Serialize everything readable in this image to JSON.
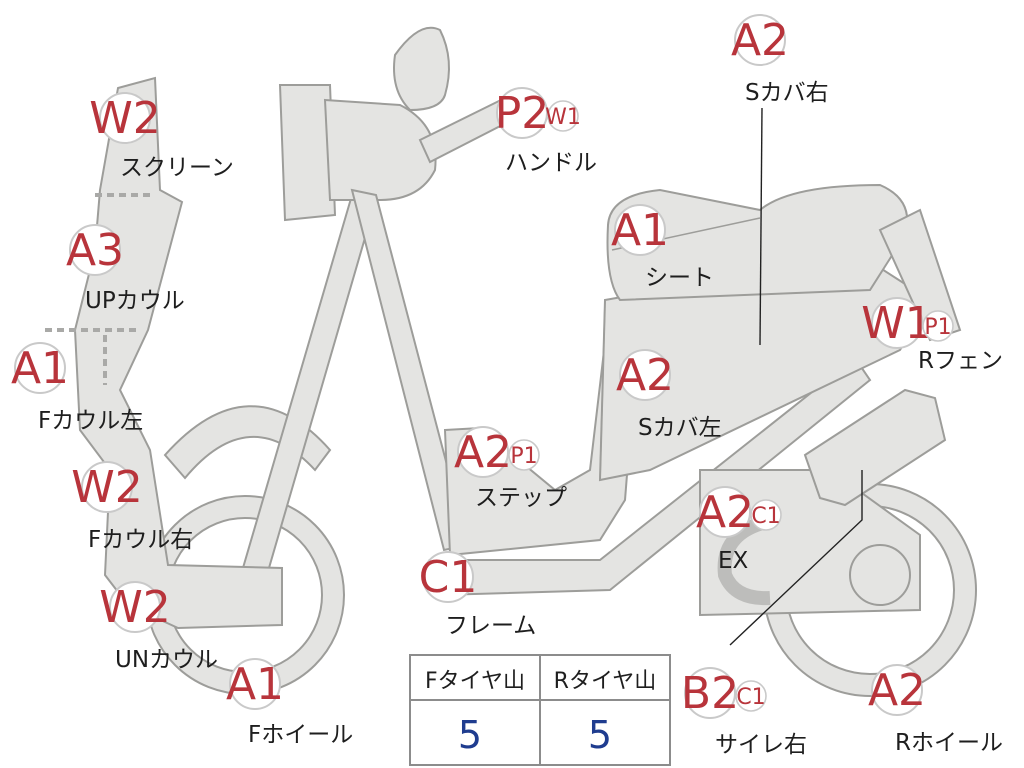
{
  "parts": [
    {
      "id": "screen",
      "label": "スクリーン",
      "grades": [
        "W2"
      ]
    },
    {
      "id": "up-cowl",
      "label": "UPカウル",
      "grades": [
        "A3"
      ]
    },
    {
      "id": "f-cowl-l",
      "label": "Fカウル左",
      "grades": [
        "A1"
      ]
    },
    {
      "id": "f-cowl-r",
      "label": "Fカウル右",
      "grades": [
        "W2"
      ]
    },
    {
      "id": "un-cowl",
      "label": "UNカウル",
      "grades": [
        "W2"
      ]
    },
    {
      "id": "f-wheel",
      "label": "Fホイール",
      "grades": [
        "A1"
      ]
    },
    {
      "id": "handle",
      "label": "ハンドル",
      "grades": [
        "P2",
        "W1"
      ]
    },
    {
      "id": "s-cover-r",
      "label": "Sカバ右",
      "grades": [
        "A2"
      ]
    },
    {
      "id": "seat",
      "label": "シート",
      "grades": [
        "A1"
      ]
    },
    {
      "id": "r-fender",
      "label": "Rフェン",
      "grades": [
        "W1",
        "P1"
      ]
    },
    {
      "id": "s-cover-l",
      "label": "Sカバ左",
      "grades": [
        "A2"
      ]
    },
    {
      "id": "step",
      "label": "ステップ",
      "grades": [
        "A2",
        "P1"
      ]
    },
    {
      "id": "ex",
      "label": "EX",
      "grades": [
        "A2",
        "C1"
      ]
    },
    {
      "id": "frame",
      "label": "フレーム",
      "grades": [
        "C1"
      ]
    },
    {
      "id": "silencer-r",
      "label": "サイレ右",
      "grades": [
        "B2",
        "C1"
      ]
    },
    {
      "id": "r-wheel",
      "label": "Rホイール",
      "grades": [
        "A2"
      ]
    }
  ],
  "tire_tread": {
    "front": {
      "label": "Fタイヤ山",
      "value": "5"
    },
    "rear": {
      "label": "Rタイヤ山",
      "value": "5"
    }
  },
  "colors": {
    "grade_code": "#b8343b",
    "tread_value": "#1f3c8f",
    "body_fill": "#e4e4e2",
    "body_outline": "#9d9d9a"
  }
}
